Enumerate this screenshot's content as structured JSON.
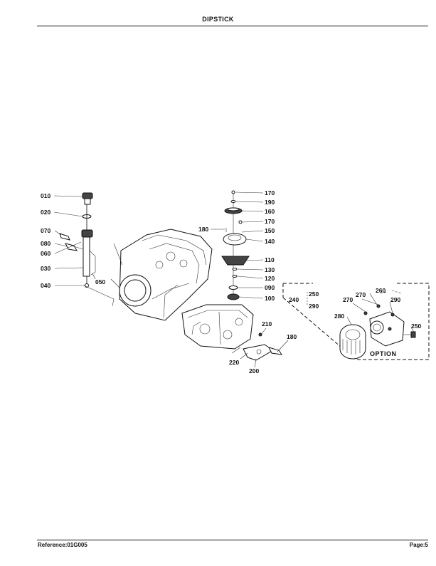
{
  "header": {
    "title": "DIPSTICK"
  },
  "footer": {
    "reference": "Reference:01G005",
    "page": "Page:5"
  },
  "diagram": {
    "labels": [
      "010",
      "020",
      "070",
      "080",
      "060",
      "030",
      "050",
      "040",
      "170",
      "190",
      "160",
      "170",
      "180",
      "150",
      "140",
      "110",
      "130",
      "120",
      "090",
      "100",
      "210",
      "180",
      "220",
      "200",
      "240",
      "250",
      "290",
      "270",
      "270",
      "260",
      "290",
      "280",
      "250"
    ],
    "option_label": "OPTION"
  }
}
